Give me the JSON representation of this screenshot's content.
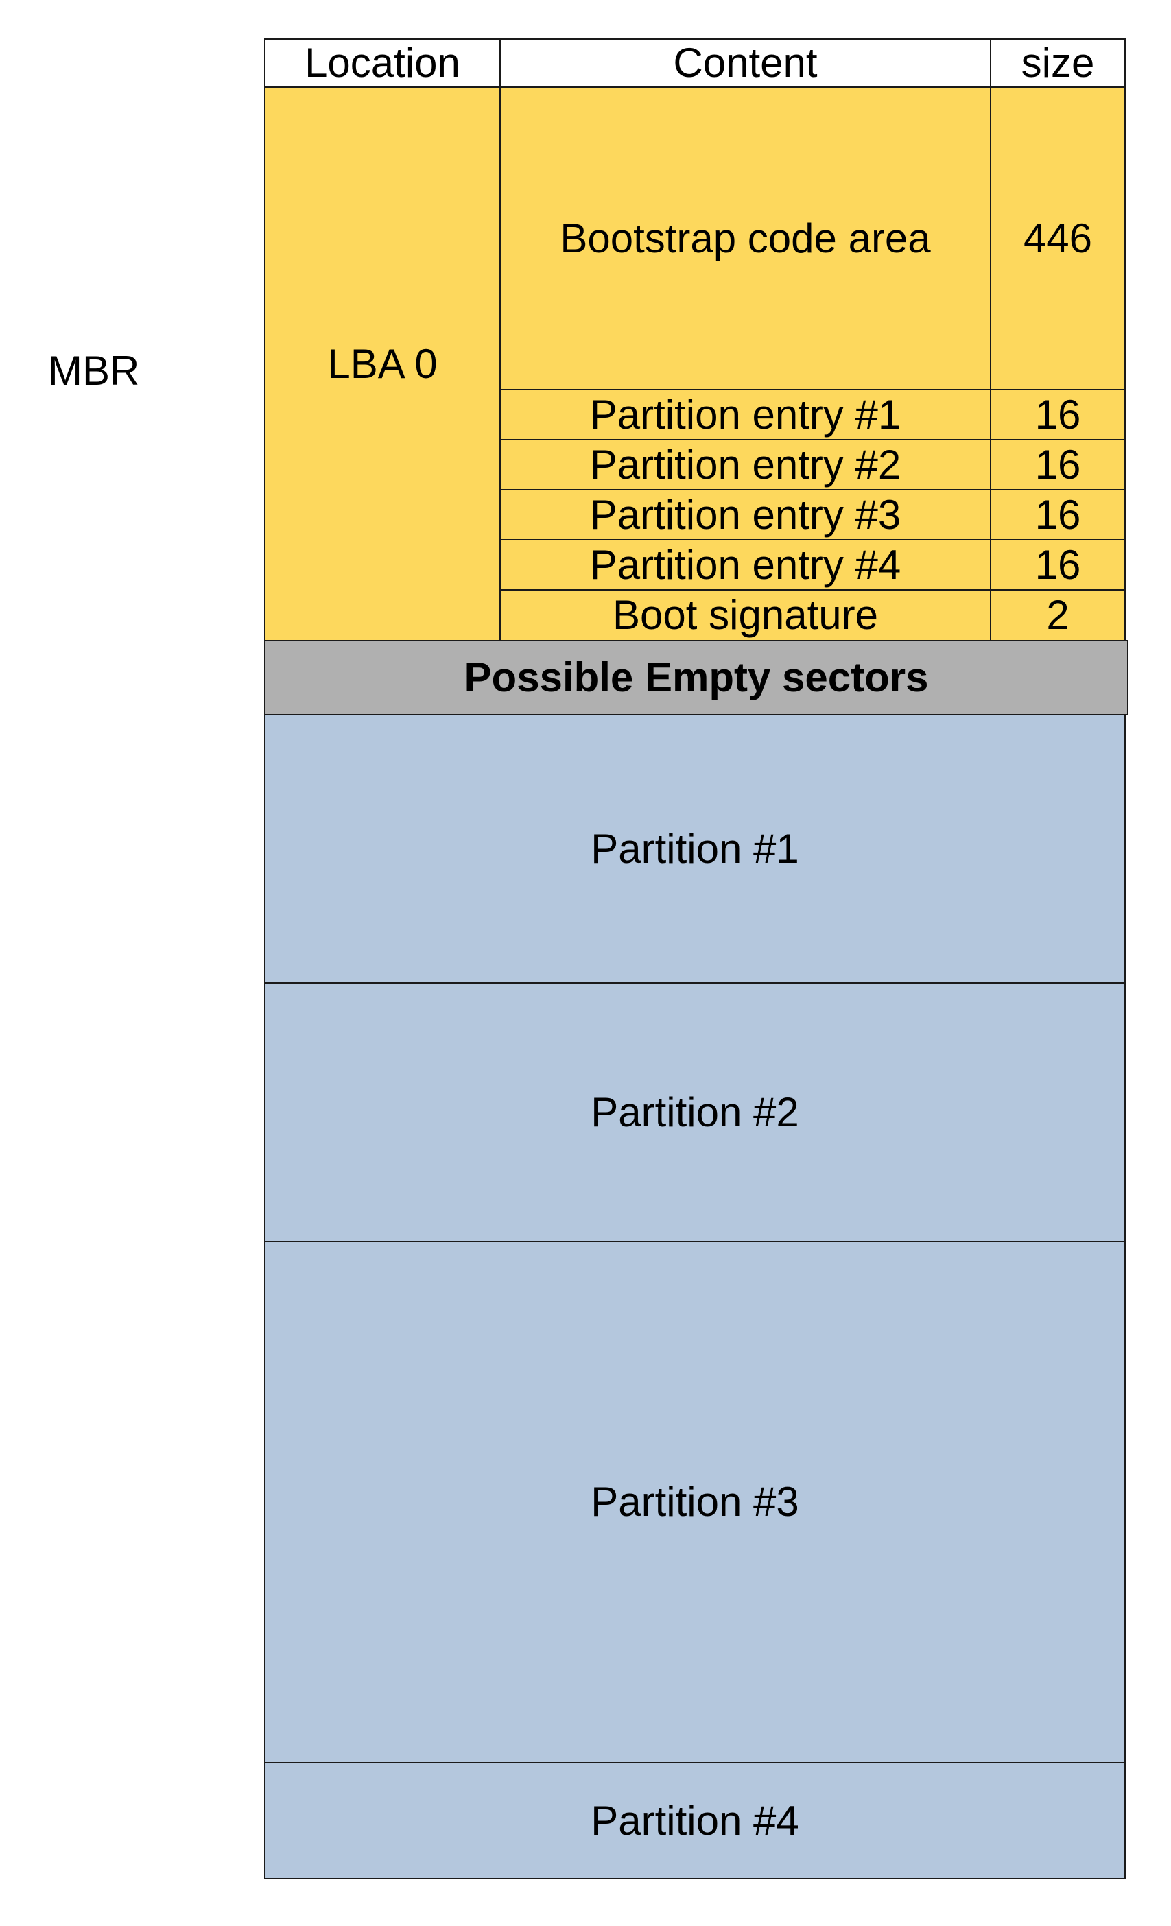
{
  "side_label": "MBR",
  "header": {
    "location": "Location",
    "content": "Content",
    "size": "size"
  },
  "mbr": {
    "location": "LBA 0",
    "rows": [
      {
        "content": "Bootstrap code area",
        "size": "446"
      },
      {
        "content": "Partition entry #1",
        "size": "16"
      },
      {
        "content": "Partition entry #2",
        "size": "16"
      },
      {
        "content": "Partition entry #3",
        "size": "16"
      },
      {
        "content": "Partition entry #4",
        "size": "16"
      },
      {
        "content": "Boot signature",
        "size": "2"
      }
    ]
  },
  "gap": "Possible Empty sectors",
  "partitions": [
    {
      "label": "Partition #1"
    },
    {
      "label": "Partition #2"
    },
    {
      "label": "Partition #3"
    },
    {
      "label": "Partition #4"
    }
  ],
  "colors": {
    "mbr": "#fdd85d",
    "gap": "#b0b0b0",
    "partition": "#b4c7dd",
    "border": "#1a1a1a"
  }
}
